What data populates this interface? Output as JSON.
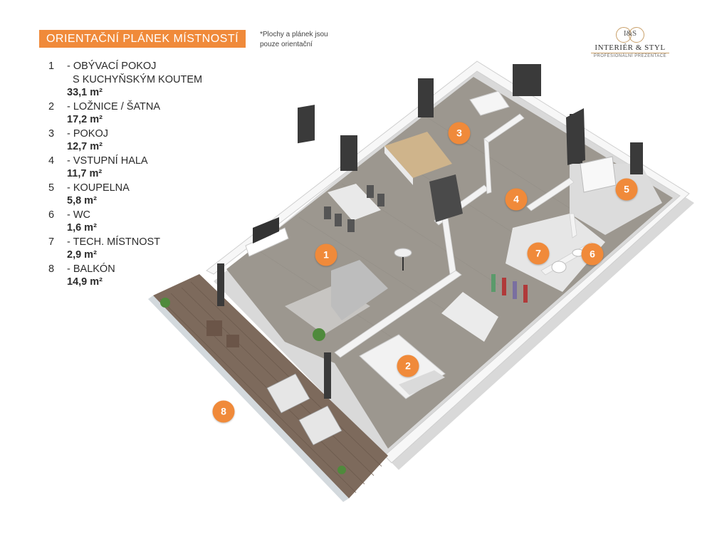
{
  "header": {
    "title": "ORIENTAČNÍ PLÁNEK MÍSTNOSTÍ",
    "note_line1": "*Plochy  a plánek jsou",
    "note_line2": "pouze orientační"
  },
  "logo": {
    "monogram": "I&S",
    "brand": "INTERIÉR & STYL",
    "tagline": "PROFESIONÁLNÍ PREZENTACE"
  },
  "rooms": [
    {
      "num": "1",
      "name_line1": "- OBÝVACÍ POKOJ",
      "name_line2": "S KUCHYŇSKÝM KOUTEM",
      "area": "33,1 m²"
    },
    {
      "num": "2",
      "name_line1": "- LOŽNICE / ŠATNA",
      "area": "17,2 m²"
    },
    {
      "num": "3",
      "name_line1": "- POKOJ",
      "area": "12,7 m²"
    },
    {
      "num": "4",
      "name_line1": "- VSTUPNÍ HALA",
      "area": "11,7 m²"
    },
    {
      "num": "5",
      "name_line1": "- KOUPELNA",
      "area": "5,8 m²"
    },
    {
      "num": "6",
      "name_line1": "- WC",
      "area": "1,6 m²"
    },
    {
      "num": "7",
      "name_line1": "- TECH. MÍSTNOST",
      "area": "2,9 m²"
    },
    {
      "num": "8",
      "name_line1": "- BALKÓN",
      "area": "14,9 m²"
    }
  ],
  "markers": [
    "1",
    "2",
    "3",
    "4",
    "5",
    "6",
    "7",
    "8"
  ],
  "colors": {
    "accent": "#f08a3a",
    "floor": "#9a958e",
    "walls": "#f2f2f2",
    "balcony_deck": "#7d6a5c"
  }
}
